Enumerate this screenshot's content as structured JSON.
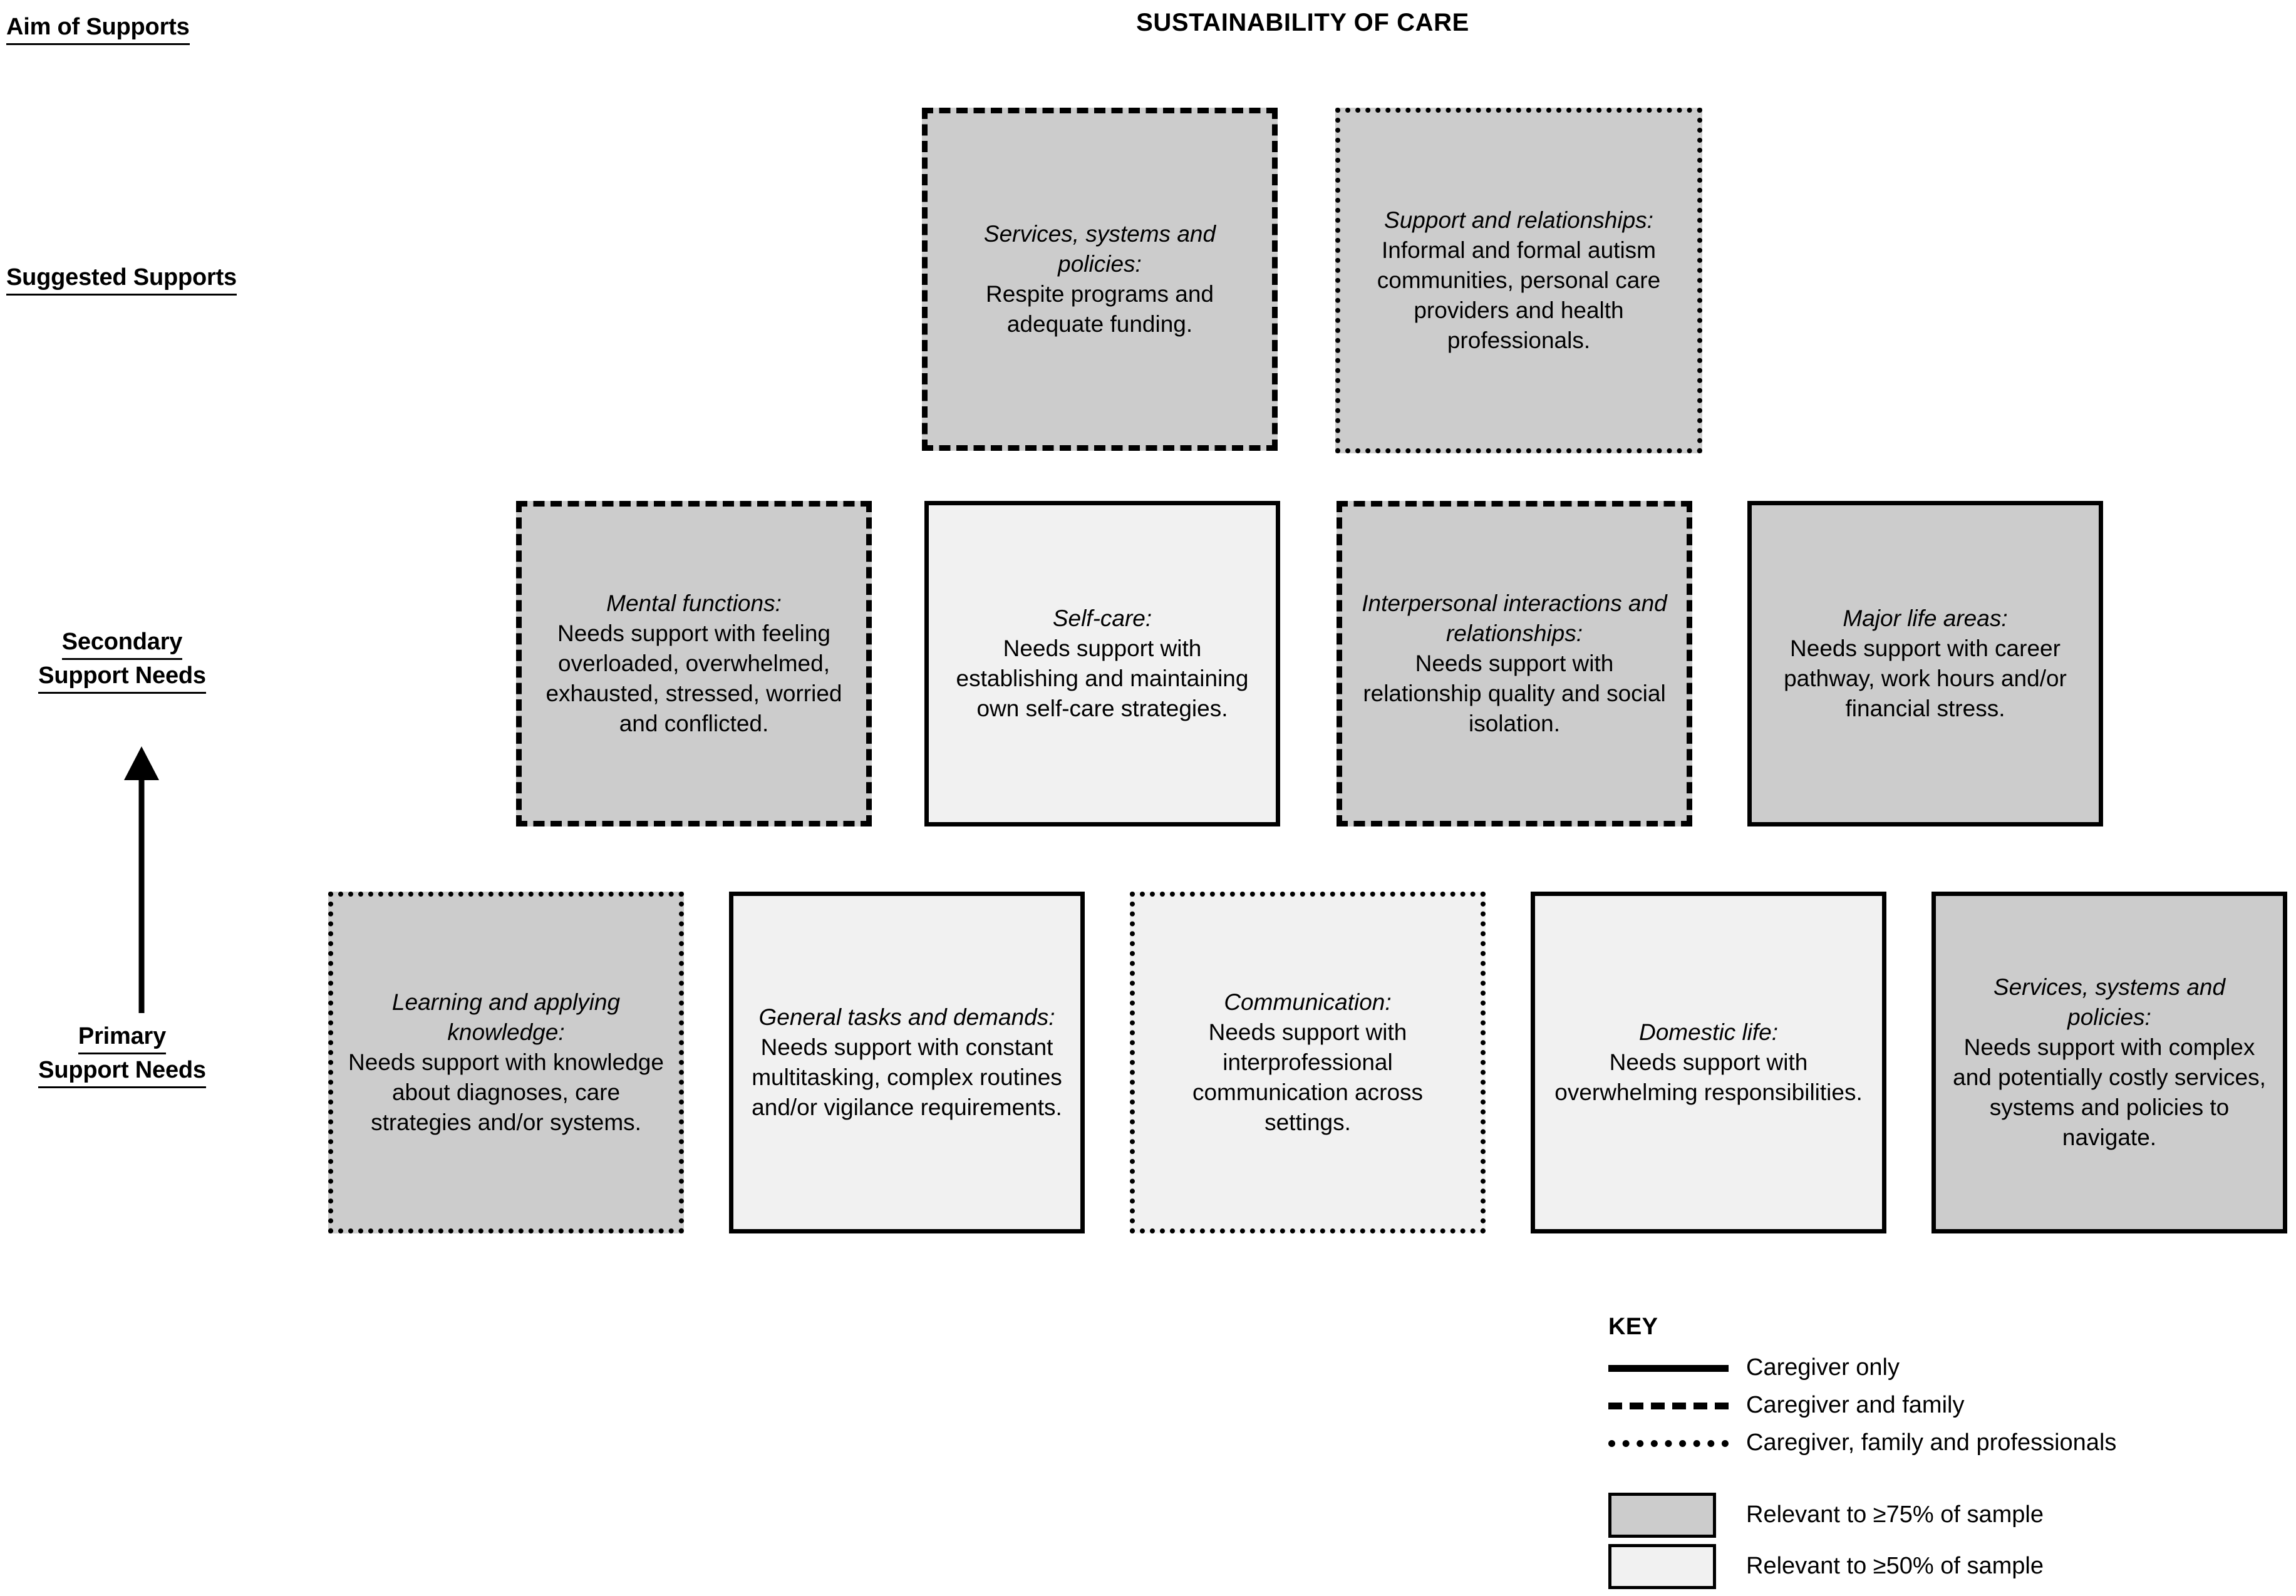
{
  "title": "SUSTAINABILITY OF CARE",
  "row_labels": {
    "aim": "Aim of Supports",
    "suggested": "Suggested Supports",
    "secondary_line1": "Secondary",
    "secondary_line2": "Support Needs",
    "primary_line1": "Primary",
    "primary_line2": "Support Needs"
  },
  "arrow": {
    "name": "upward-progression-arrow",
    "direction": "up"
  },
  "rows": {
    "suggested_supports": [
      {
        "title": "Services, systems and policies:",
        "desc": "Respite programs and adequate funding.",
        "border": "dashed",
        "fill": "75"
      },
      {
        "title": "Support and relationships:",
        "desc": "Informal and formal autism communities, personal care providers and health professionals.",
        "border": "dotted",
        "fill": "75"
      }
    ],
    "secondary_support_needs": [
      {
        "title": "Mental functions:",
        "desc": "Needs support with feeling overloaded, overwhelmed, exhausted, stressed, worried and conflicted.",
        "border": "dashed",
        "fill": "75"
      },
      {
        "title": "Self-care:",
        "desc": "Needs support with establishing and maintaining own self-care strategies.",
        "border": "solid",
        "fill": "50"
      },
      {
        "title": "Interpersonal interactions and relationships:",
        "desc": "Needs support with relationship quality and social isolation.",
        "border": "dashed",
        "fill": "75"
      },
      {
        "title": "Major life areas:",
        "desc": "Needs support with career pathway, work hours and/or financial stress.",
        "border": "solid",
        "fill": "75"
      }
    ],
    "primary_support_needs": [
      {
        "title": "Learning and applying knowledge:",
        "desc": "Needs support with knowledge about diagnoses, care strategies and/or systems.",
        "border": "dotted",
        "fill": "75"
      },
      {
        "title": "General tasks and demands:",
        "desc": "Needs support with constant multitasking, complex routines and/or vigilance requirements.",
        "border": "solid",
        "fill": "50"
      },
      {
        "title": "Communication:",
        "desc": "Needs support with interprofessional communication across settings.",
        "border": "dotted",
        "fill": "50"
      },
      {
        "title": "Domestic life:",
        "desc": "Needs support with overwhelming responsibilities.",
        "border": "solid",
        "fill": "50"
      },
      {
        "title": "Services, systems and policies:",
        "desc": "Needs support with complex and potentially costly services, systems and policies to navigate.",
        "border": "solid",
        "fill": "75"
      }
    ]
  },
  "key": {
    "title": "KEY",
    "lines": [
      {
        "style": "solid",
        "label": "Caregiver only"
      },
      {
        "style": "dashed",
        "label": "Caregiver and family"
      },
      {
        "style": "dotted",
        "label": "Caregiver, family and professionals"
      }
    ],
    "fills": [
      {
        "swatch": "75",
        "label": "Relevant to ≥75% of sample"
      },
      {
        "swatch": "50",
        "label": "Relevant to ≥50% of sample"
      }
    ]
  },
  "colors": {
    "fill_75": "#cccccc",
    "fill_50": "#f1f1f1",
    "stroke": "#000000",
    "background": "#ffffff"
  }
}
